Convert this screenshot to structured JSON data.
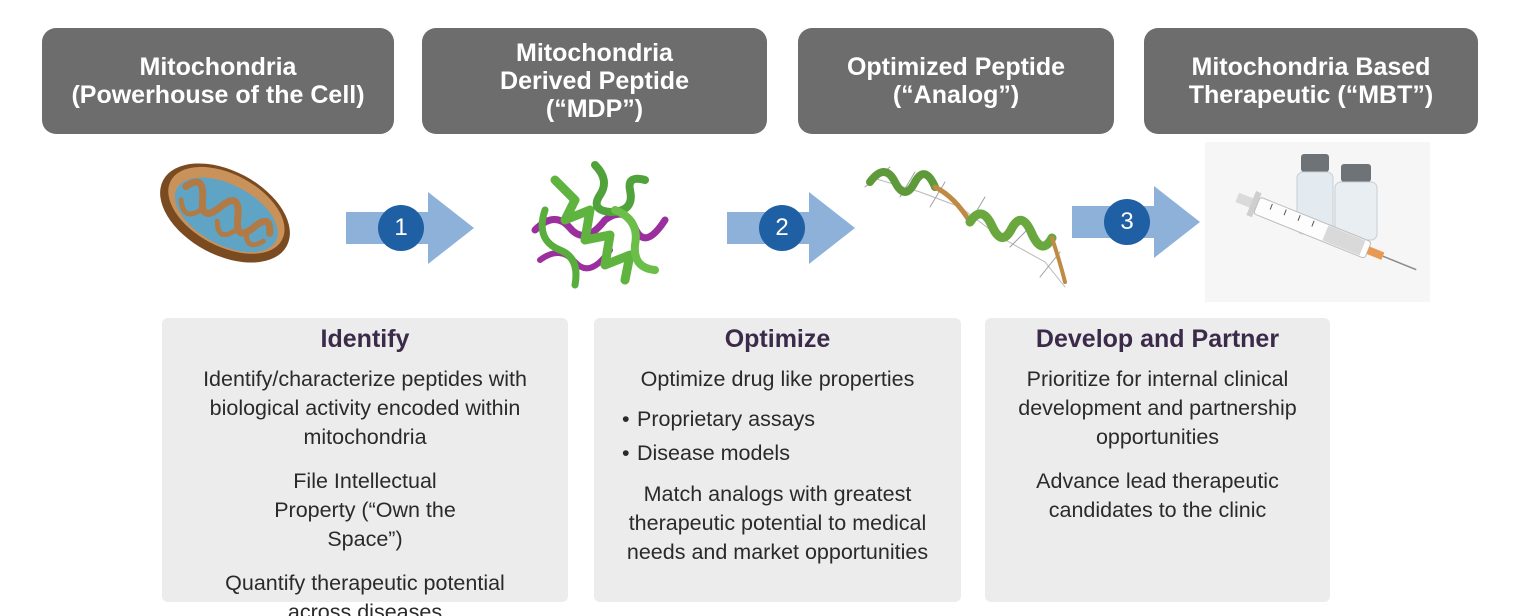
{
  "stages": [
    {
      "line1": "Mitochondria",
      "line2": "(Powerhouse of the Cell)",
      "line3": ""
    },
    {
      "line1": "Mitochondria",
      "line2": "Derived Peptide",
      "line3": "(“MDP”)"
    },
    {
      "line1": "Optimized Peptide",
      "line2": "(“Analog”)",
      "line3": ""
    },
    {
      "line1": "Mitochondria Based",
      "line2": "Therapeutic (“MBT”)",
      "line3": ""
    }
  ],
  "steps": [
    "1",
    "2",
    "3"
  ],
  "panels": {
    "identify": {
      "title": "Identify",
      "paragraphs": [
        "Identify/characterize peptides with biological activity encoded within mitochondria",
        "File Intellectual Property (“Own the Space”)",
        "Quantify therapeutic potential across diseases"
      ]
    },
    "optimize": {
      "title": "Optimize",
      "intro": "Optimize drug like properties",
      "bullets": [
        "Proprietary assays",
        "Disease models"
      ],
      "outro": "Match analogs with greatest therapeutic potential to medical needs and market opportunities"
    },
    "develop": {
      "title": "Develop and Partner",
      "paragraphs": [
        "Prioritize for internal clinical development and partnership opportunities",
        "Advance lead therapeutic candidates to the clinic"
      ]
    }
  },
  "colors": {
    "stage_bg": "#6d6d6d",
    "arrow": "#8db1d9",
    "step_circle": "#1f5fa3",
    "panel_bg": "#ececec",
    "panel_title": "#3b2a4a"
  }
}
